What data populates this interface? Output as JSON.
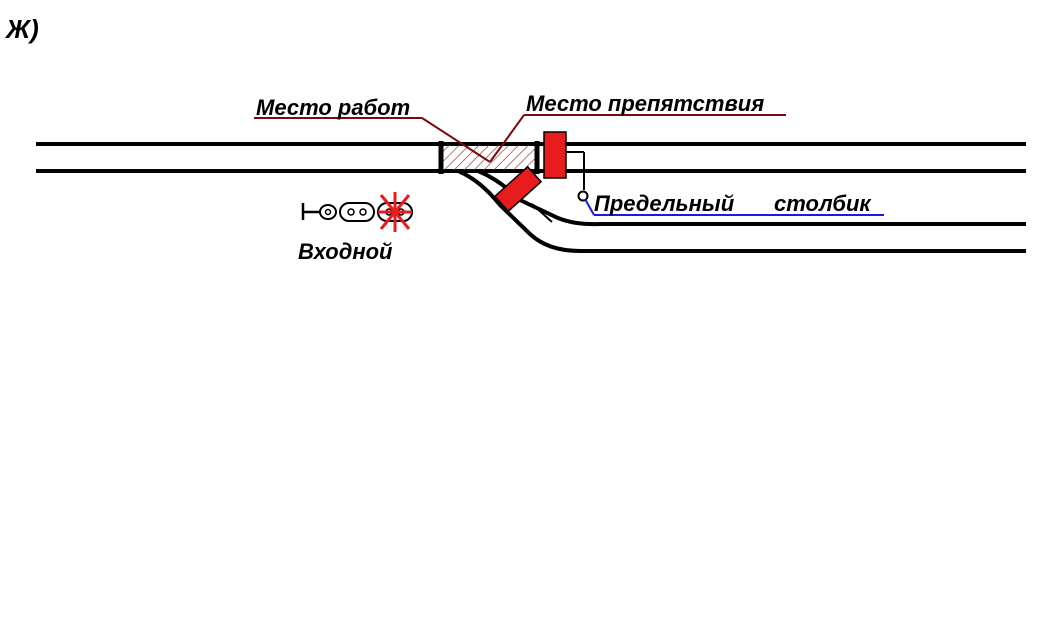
{
  "figure_label": "Ж)",
  "labels": {
    "work_place": "Место работ",
    "obstruction_place": "Место препятствия",
    "limit_post_part1": "Предельный",
    "limit_post_part2": "столбик",
    "entry_signal": "Входной"
  },
  "colors": {
    "track": "#000000",
    "red_marker": "#e81c1c",
    "work_leader": "#7a0a0a",
    "limit_leader": "#1a1ae6",
    "hatch": "#9a3a3a"
  },
  "icons": {
    "entry_signal": "signal-icon",
    "red_marker": "stop-signal-icon",
    "limit_post": "limit-post-icon"
  }
}
